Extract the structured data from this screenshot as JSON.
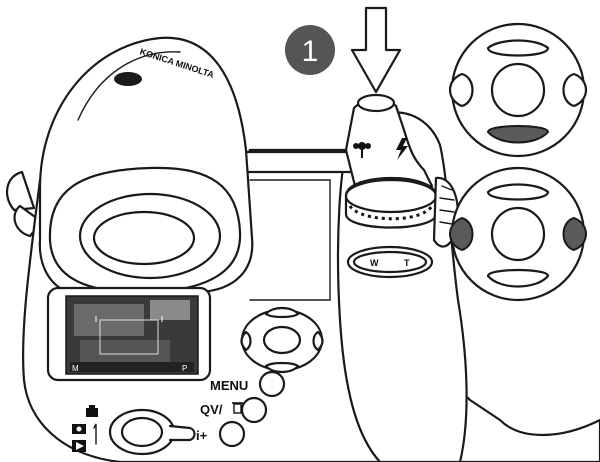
{
  "step": {
    "number": "1"
  },
  "brand": {
    "name": "KONICA MINOLTA"
  },
  "zoom_lever": {
    "wide": "W",
    "tele": "T"
  },
  "buttons": {
    "menu": "MENU",
    "quickview": "QV/",
    "info": "i+"
  },
  "lcd": {
    "status_left": "M",
    "status_right": "P"
  },
  "icons": {
    "step_badge": "numbered-circle",
    "press_arrow": "down-arrow-icon",
    "macro": "flower-icon",
    "flash": "lightning-icon",
    "trash": "trash-icon",
    "camera_mode": "camera-icon",
    "playback_mode": "play-icon"
  },
  "controller_diagrams": {
    "top": {
      "highlighted": "down"
    },
    "bottom": {
      "highlighted": "left-right"
    }
  },
  "colors": {
    "highlight": "#5a5a5a",
    "ink": "#1a1a1a",
    "badge": "#555555"
  }
}
